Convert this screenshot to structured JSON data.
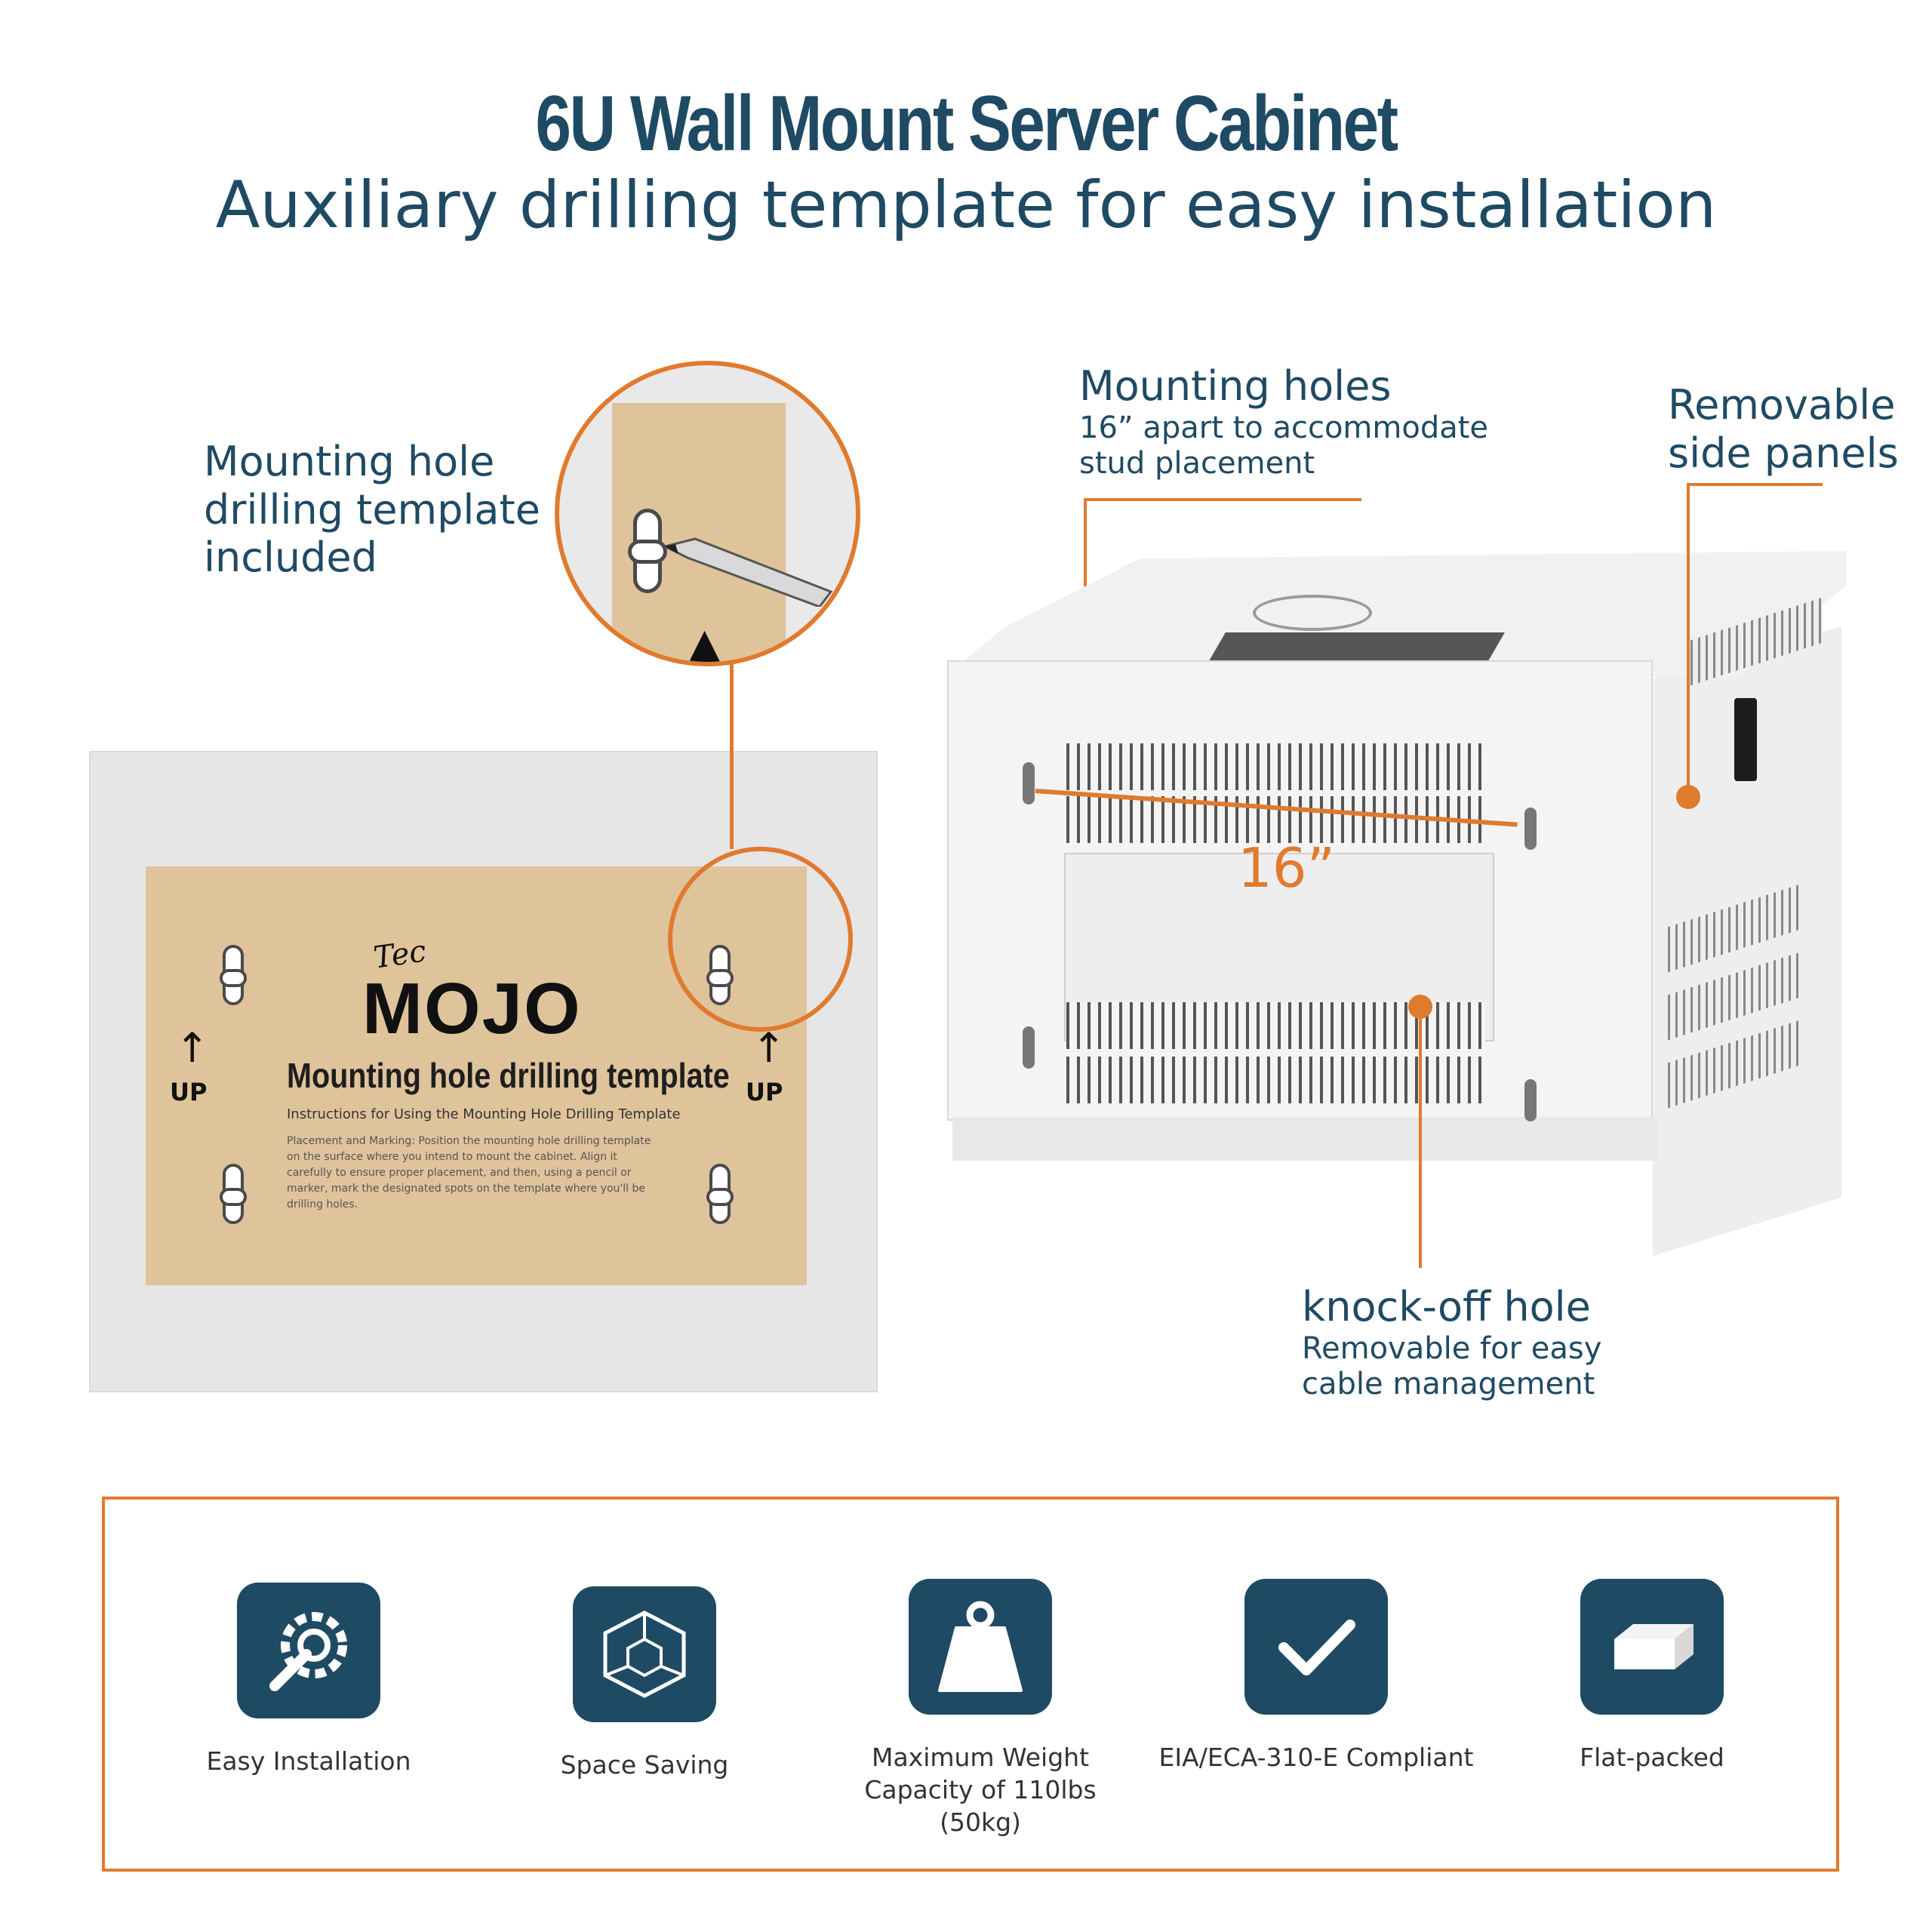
{
  "header": {
    "title": "6U Wall Mount Server Cabinet",
    "subtitle": "Auxiliary drilling template for easy installation"
  },
  "callouts": {
    "template": {
      "line1": "Mounting hole",
      "line2": "drilling template",
      "line3": "included"
    },
    "mounting_holes": {
      "title": "Mounting holes",
      "line1": "16” apart to accommodate",
      "line2": "stud placement"
    },
    "side_panels": {
      "line1": "Removable",
      "line2": "side panels"
    },
    "knockoff": {
      "title": "knock-off hole",
      "line1": "Removable for easy",
      "line2": "cable management"
    }
  },
  "template_sheet": {
    "brand_prefix": "Tec",
    "brand": "MOJO",
    "title": "Mounting hole drilling template",
    "subtitle": "Instructions for Using the Mounting Hole Drilling Template",
    "body": "Placement and Marking: Position the mounting hole drilling template on the surface where you intend to mount the cabinet. Align it carefully to ensure proper placement, and then, using a pencil or marker, mark the designated spots on the template where you'll be drilling holes.",
    "up_left": "UP",
    "up_right": "UP"
  },
  "measurement": "16”",
  "features": [
    {
      "label": "Easy Installation",
      "icon": "gear-wrench-icon"
    },
    {
      "label": "Space Saving",
      "icon": "cube-icon"
    },
    {
      "label": "Maximum Weight Capacity of 110lbs (50kg)",
      "icon": "weight-icon"
    },
    {
      "label": "EIA/ECA-310-E Compliant",
      "icon": "checkmark-icon"
    },
    {
      "label": "Flat-packed",
      "icon": "flat-box-icon"
    }
  ],
  "colors": {
    "accent": "#e07a2e",
    "navy": "#1f4a63",
    "template": "#dfc39b"
  }
}
